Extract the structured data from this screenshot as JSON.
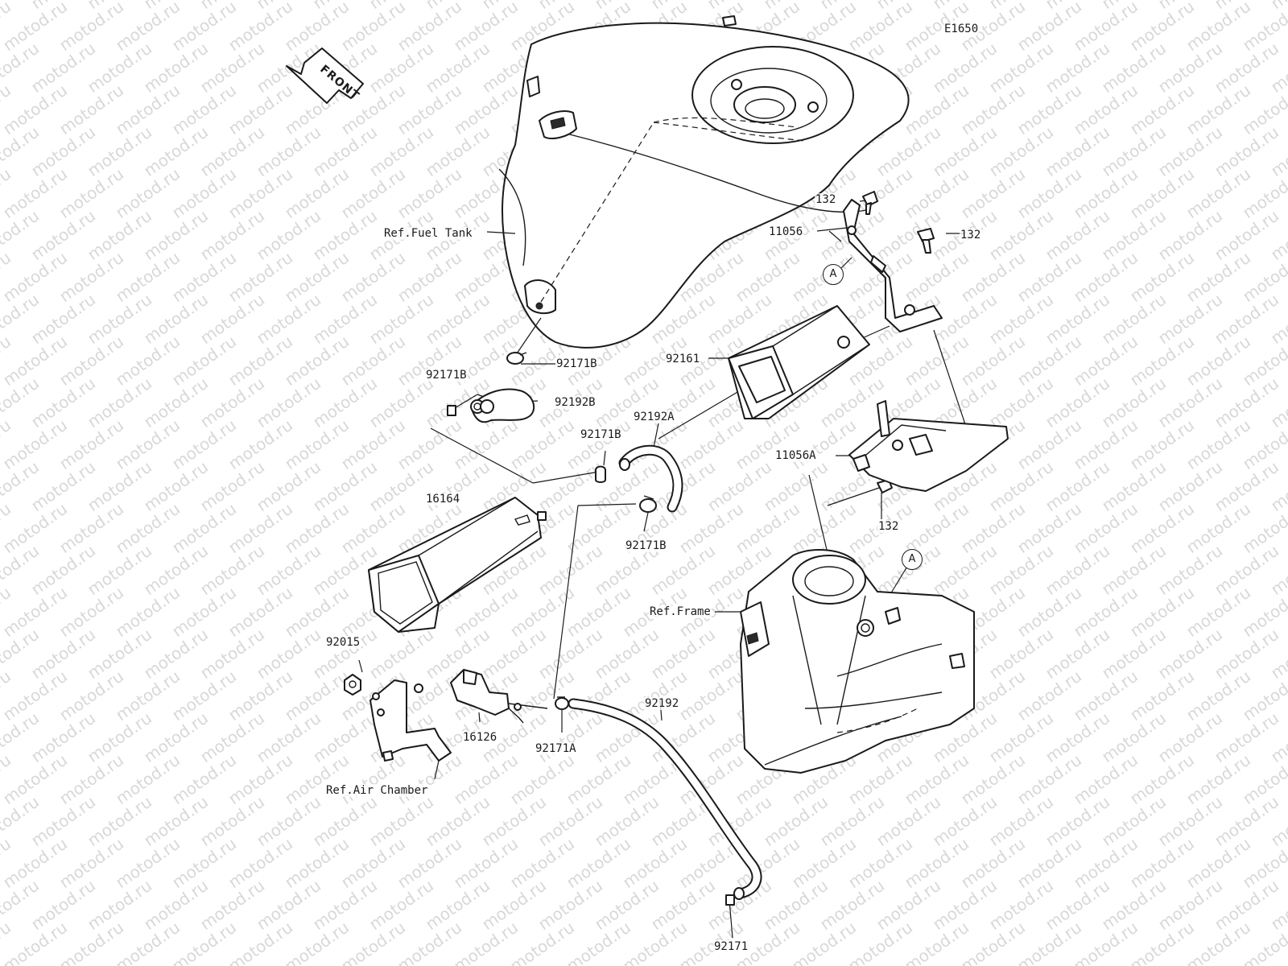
{
  "diagram": {
    "code": "E1650",
    "direction_label": "FRONT",
    "watermark": "motod.ru",
    "refs": {
      "fuel_tank": "Ref.Fuel Tank",
      "frame": "Ref.Frame",
      "air_chamber": "Ref.Air Chamber"
    },
    "callout_letter": "A",
    "parts": {
      "p132_top": "132",
      "p132_right": "132",
      "p132_lower": "132",
      "p11056": "11056",
      "p11056A": "11056A",
      "p92161": "92161",
      "p92171B_1": "92171B",
      "p92171B_2": "92171B",
      "p92171B_3": "92171B",
      "p92171B_4": "92171B",
      "p92192B": "92192B",
      "p92192A": "92192A",
      "p16164": "16164",
      "p92015": "92015",
      "p16126": "16126",
      "p92171A": "92171A",
      "p92192": "92192",
      "p92171": "92171"
    }
  }
}
